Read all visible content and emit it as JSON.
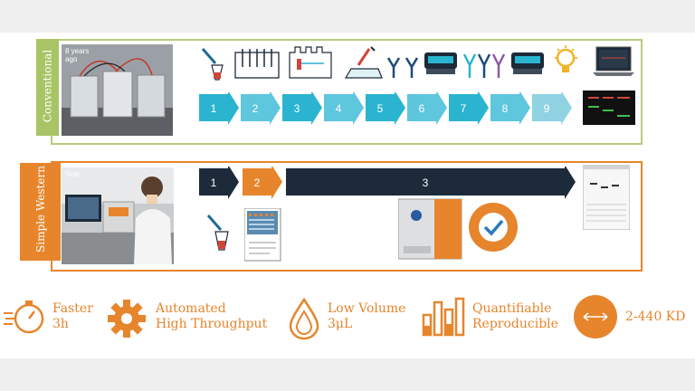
{
  "conventional": {
    "label": "Conventional",
    "photo_caption": "8 years ago",
    "steps": [
      "1",
      "2",
      "3",
      "4",
      "5",
      "6",
      "7",
      "8",
      "9"
    ]
  },
  "simple_western": {
    "label": "Simple Western",
    "photo_caption": "Now",
    "steps": [
      "1",
      "2",
      "3"
    ]
  },
  "features": [
    {
      "line1": "Faster",
      "line2": "3h",
      "icon": "stopwatch-icon"
    },
    {
      "line1": "Automated",
      "line2": "High Throughput",
      "icon": "gear-icon"
    },
    {
      "line1": "Low Volume",
      "line2": "3μL",
      "icon": "droplet-icon"
    },
    {
      "line1": "Quantifiable",
      "line2": "Reproducible",
      "icon": "bar-chart-icon"
    },
    {
      "line1": "2-440 KD",
      "line2": "",
      "icon": "size-range-icon"
    }
  ],
  "colors": {
    "green": "#a8c464",
    "orange": "#e6852c",
    "teal": "#2ab4cf",
    "navy": "#1c2a3a"
  }
}
